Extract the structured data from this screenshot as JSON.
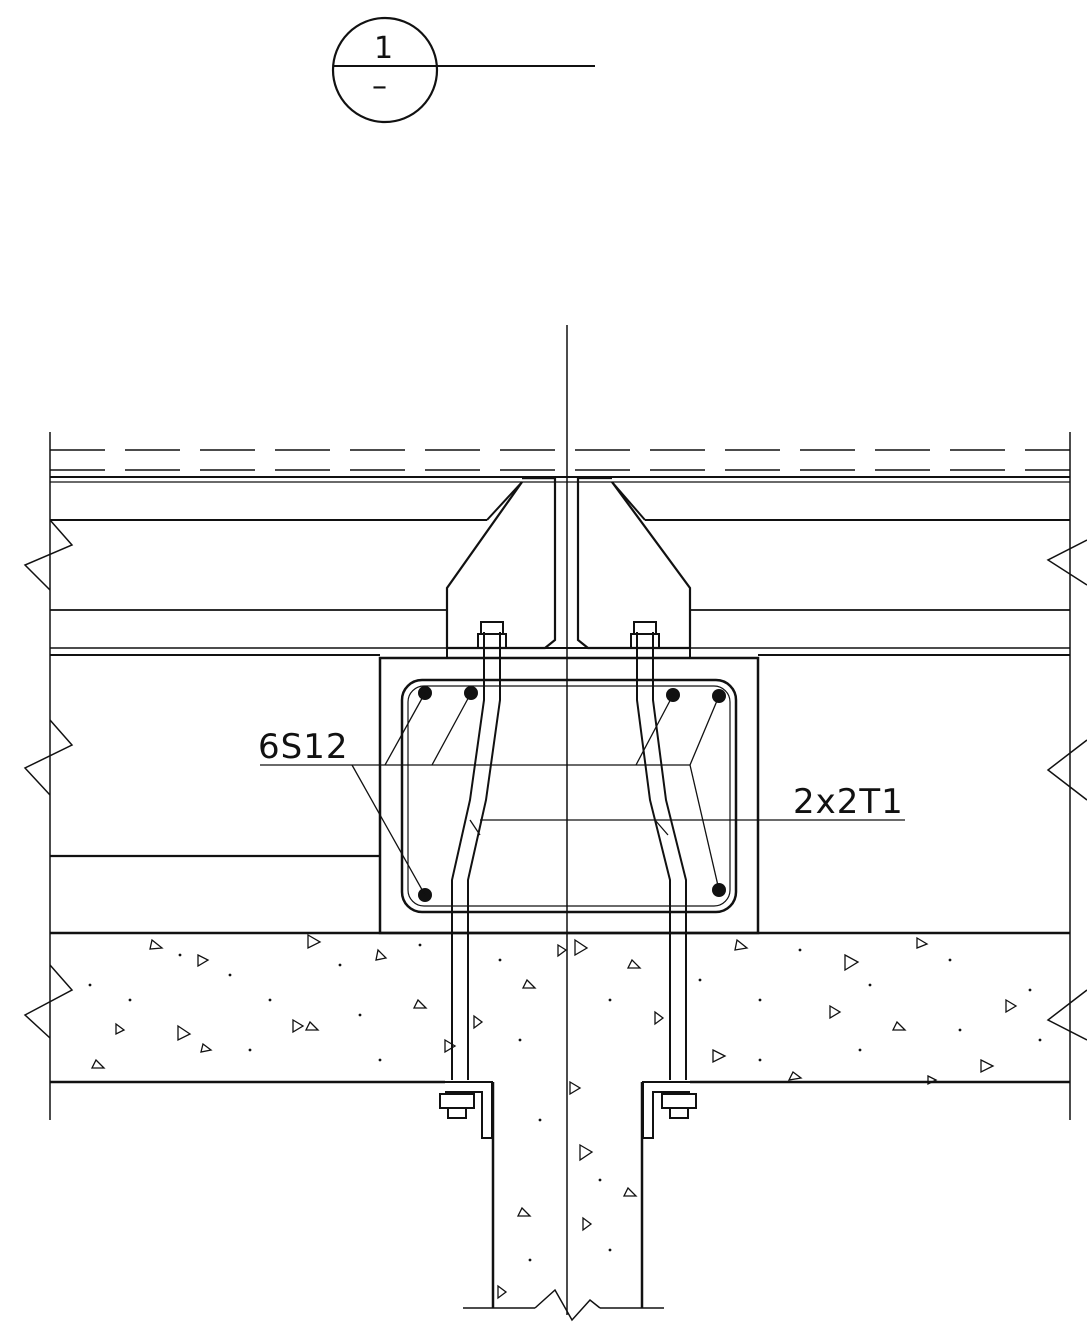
{
  "detail_marker": {
    "number": "1",
    "sheet": "–"
  },
  "labels": {
    "rebar": "6S12",
    "ties": "2x2T1"
  }
}
